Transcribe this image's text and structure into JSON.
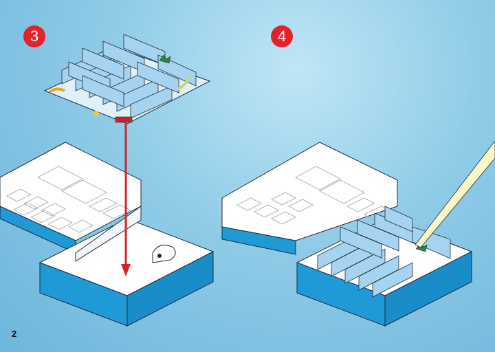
{
  "page": {
    "number": "2"
  },
  "steps": [
    {
      "number": "3"
    },
    {
      "number": "4"
    }
  ],
  "colors": {
    "background": "#8fcbe7",
    "box_side": "#1f9ad6",
    "box_top": "#ffffff",
    "insert_wall": "#a6d3ef",
    "arrow": "#d6232a",
    "badge": "#e2232a",
    "light_beam": "#fbf6c7"
  }
}
